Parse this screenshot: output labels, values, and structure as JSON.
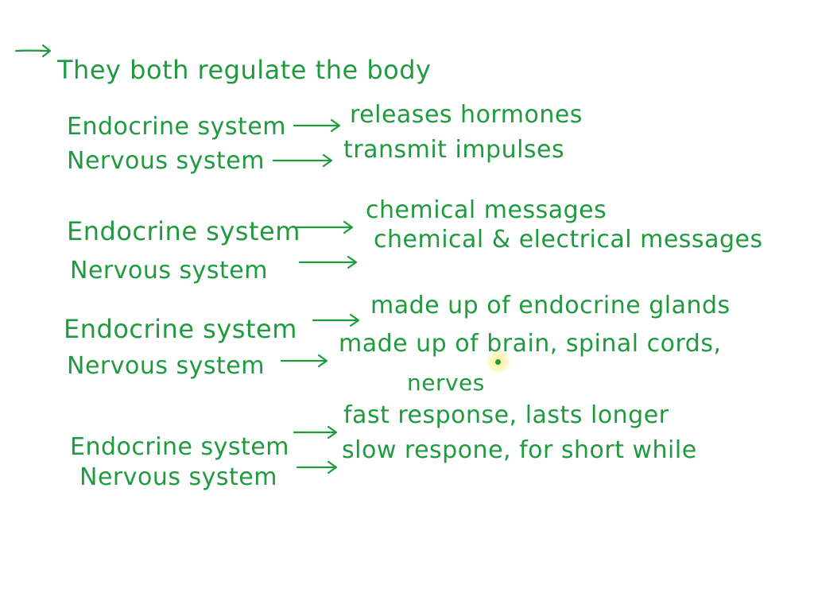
{
  "intro": {
    "text": "They both regulate the body"
  },
  "rows": [
    {
      "system": "Endocrine system",
      "description": "releases hormones"
    },
    {
      "system": "Nervous system",
      "description": "transmit impulses"
    },
    {
      "system": "Endocrine system",
      "description": "chemical messages"
    },
    {
      "system": "Nervous system",
      "description": "chemical & electrical messages"
    },
    {
      "system": "Endocrine system",
      "description": "made up of endocrine glands"
    },
    {
      "system": "Nervous system",
      "description": "made up of brain, spinal cords,"
    },
    {
      "system": "Endocrine system",
      "description": "fast response, lasts longer"
    },
    {
      "system": "Nervous system",
      "description": "slow respone, for short while"
    }
  ],
  "continuation": {
    "text": "nerves"
  },
  "colors": {
    "ink": "#1f9a3f",
    "background": "#ffffff",
    "pointer_highlight": "#faeb78"
  },
  "icons": {
    "bullet": "right-arrow-icon",
    "pointer": "pen-cursor-icon"
  }
}
